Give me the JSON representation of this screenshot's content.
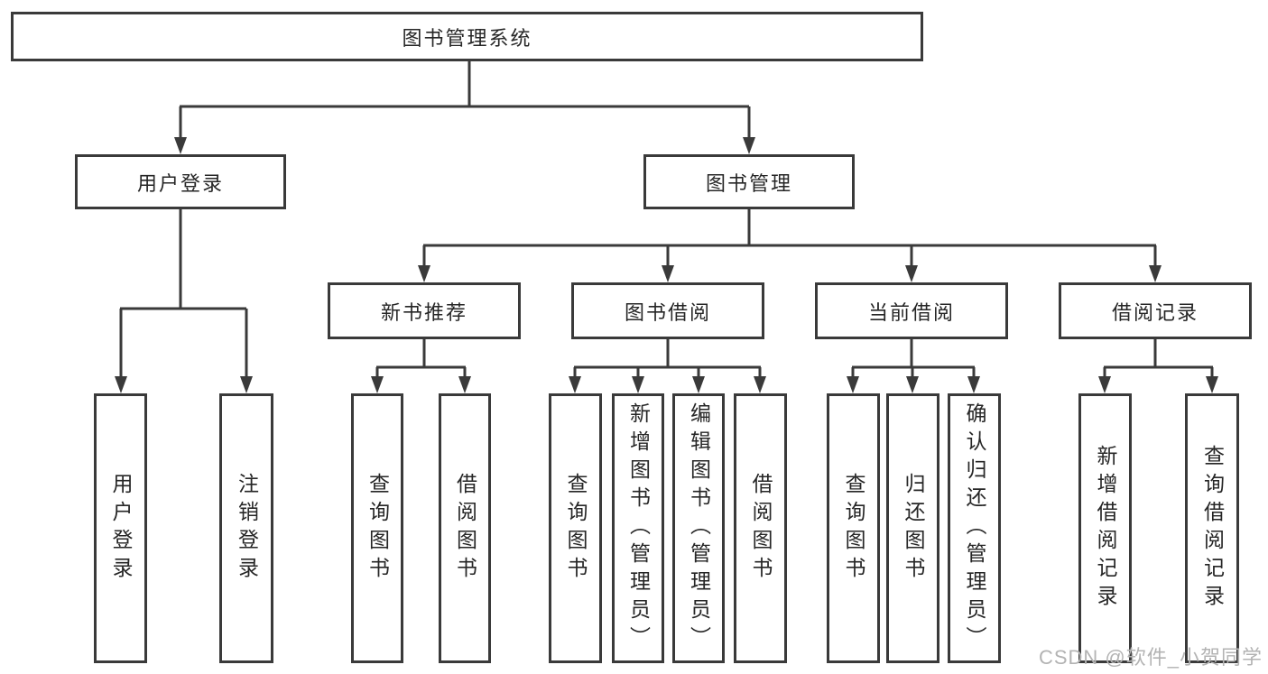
{
  "diagram": {
    "title": "图书管理系统",
    "branches": [
      {
        "label": "用户登录",
        "children": [
          {
            "label": "用户登录"
          },
          {
            "label": "注销登录"
          }
        ]
      },
      {
        "label": "图书管理",
        "children": [
          {
            "label": "新书推荐",
            "children": [
              {
                "label": "查询图书"
              },
              {
                "label": "借阅图书"
              }
            ]
          },
          {
            "label": "图书借阅",
            "children": [
              {
                "label": "查询图书"
              },
              {
                "label": "新增图书（管理员）"
              },
              {
                "label": "编辑图书（管理员）"
              },
              {
                "label": "借阅图书"
              }
            ]
          },
          {
            "label": "当前借阅",
            "children": [
              {
                "label": "查询图书"
              },
              {
                "label": "归还图书"
              },
              {
                "label": "确认归还（管理员）"
              }
            ]
          },
          {
            "label": "借阅记录",
            "children": [
              {
                "label": "新增借阅记录"
              },
              {
                "label": "查询借阅记录"
              }
            ]
          }
        ]
      }
    ]
  },
  "watermark": {
    "text": "CSDN @软件_小贺同学"
  },
  "colors": {
    "line": "#3a3a3a",
    "text": "#262626",
    "watermark": "#b3b3b3",
    "background": "#ffffff"
  }
}
